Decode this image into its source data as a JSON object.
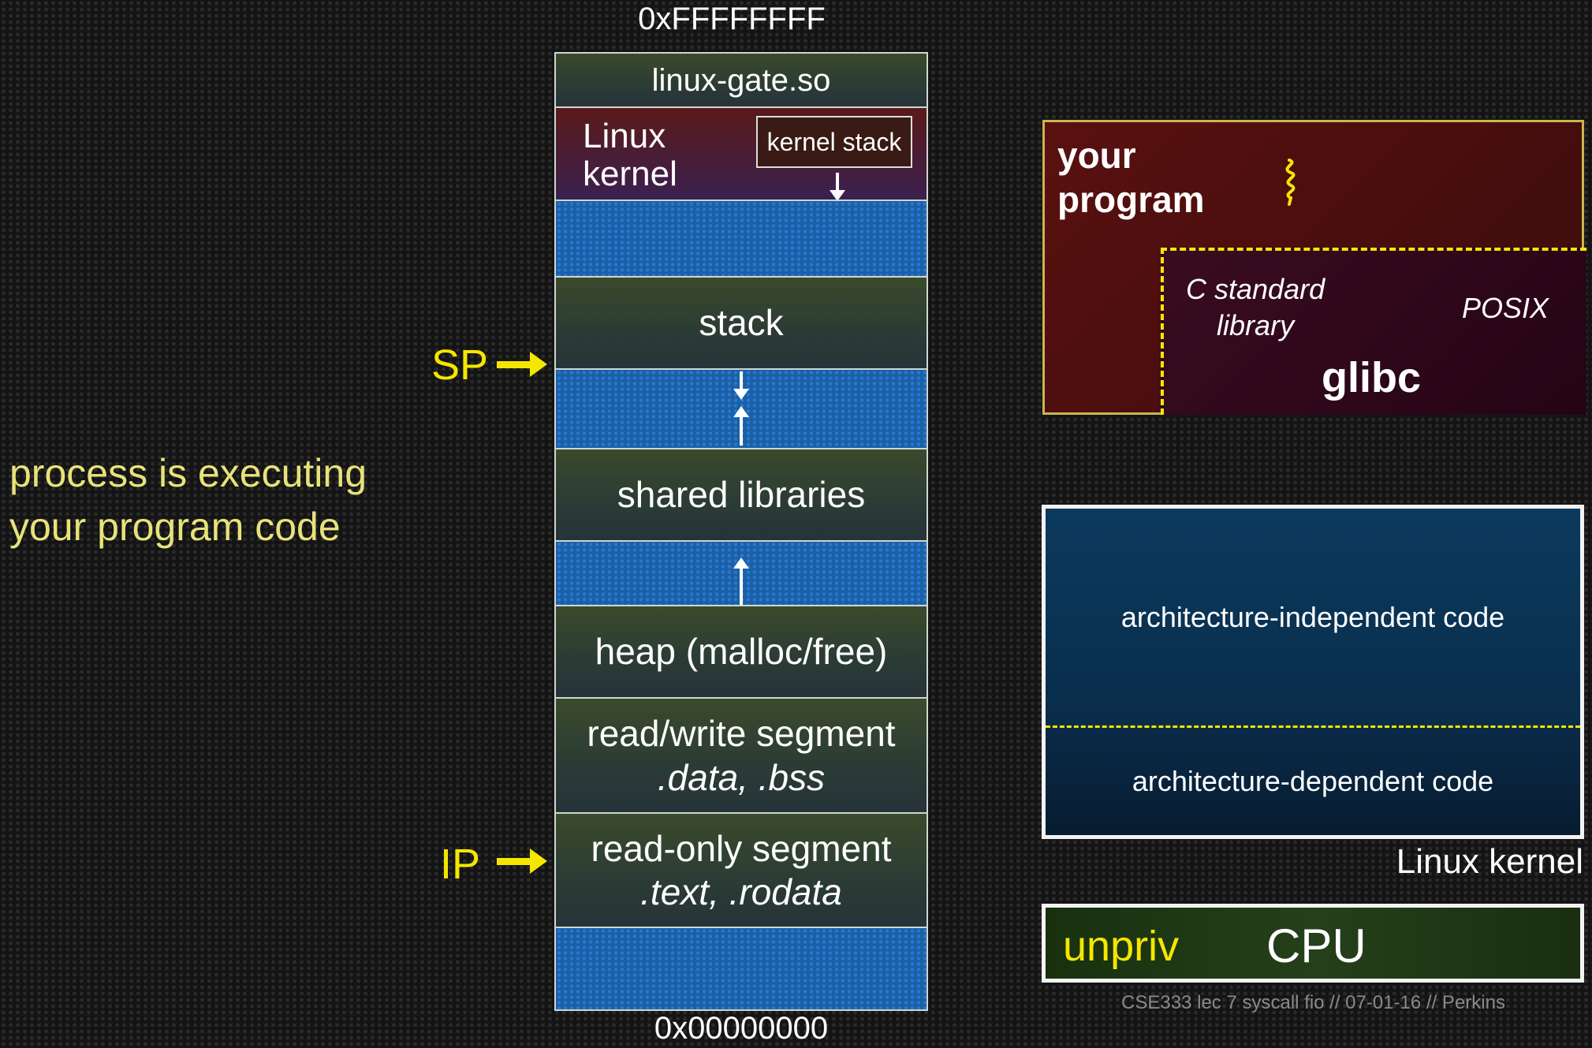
{
  "memory_map": {
    "top_address": "0xFFFFFFFF",
    "bottom_address": "0x00000000",
    "segments": {
      "linux_gate": "linux-gate.so",
      "linux_kernel": "Linux kernel",
      "kernel_stack": "kernel stack",
      "stack": "stack",
      "shared_libraries": "shared libraries",
      "heap": "heap (malloc/free)",
      "rw_segment_line1": "read/write segment",
      "rw_segment_line2": ".data, .bss",
      "ro_segment_line1": "read-only segment",
      "ro_segment_line2": ".text, .rodata"
    },
    "pointers": {
      "sp": "SP",
      "ip": "IP"
    }
  },
  "caption": {
    "line1": "process is executing",
    "line2": "your program code"
  },
  "program_box": {
    "title_line1": "your",
    "title_line2": "program",
    "c_std_line1": "C standard",
    "c_std_line2": "library",
    "posix": "POSIX",
    "glibc": "glibc"
  },
  "kernel_box": {
    "arch_independent": "architecture-independent code",
    "arch_dependent": "architecture-dependent code",
    "label": "Linux kernel"
  },
  "cpu_box": {
    "mode": "unpriv",
    "label": "CPU"
  },
  "footer": "CSE333 lec 7 syscall fio // 07-01-16 // Perkins",
  "colors": {
    "accent_yellow": "#f5e600",
    "program_red": "#5a1010",
    "kernel_blue": "#0b3a5e",
    "cpu_green": "#1f3a14"
  }
}
